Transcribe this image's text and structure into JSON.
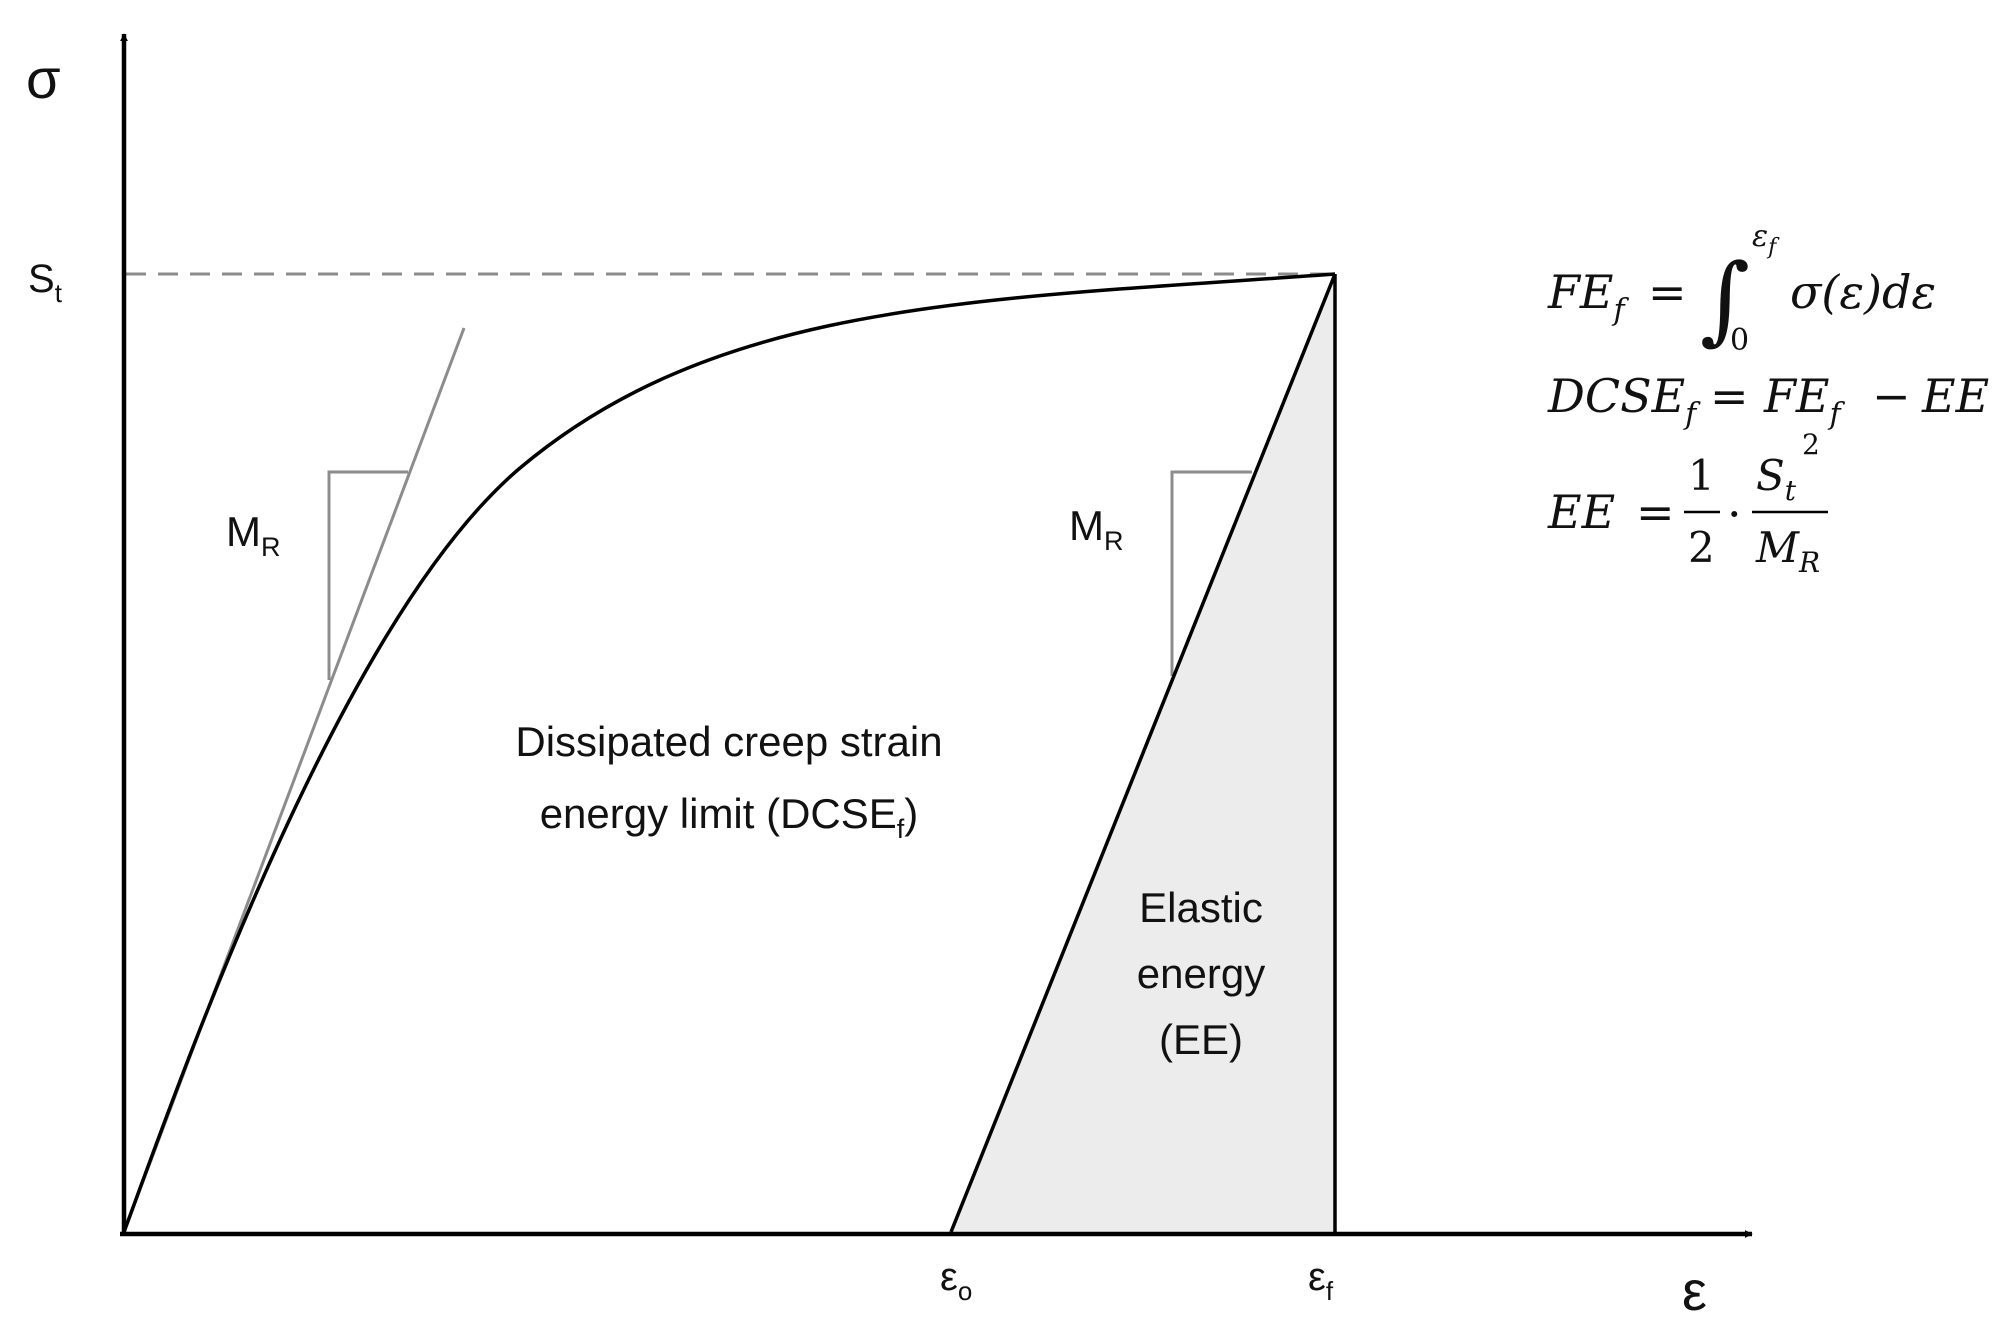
{
  "axes": {
    "y_symbol": "σ",
    "x_symbol": "ε",
    "strength_label": "S",
    "strength_sub": "t",
    "eps_o_label": "ε",
    "eps_o_sub": "o",
    "eps_f_label": "ε",
    "eps_f_sub": "f"
  },
  "slope_labels": {
    "left_main": "M",
    "left_sub": "R",
    "right_main": "M",
    "right_sub": "R"
  },
  "regions": {
    "dcse_line1": "Dissipated creep strain",
    "dcse_line2": "energy limit (DCSE",
    "dcse_line2_sub": "f",
    "dcse_line2_end": ")",
    "ee_line1": "Elastic",
    "ee_line2": "energy",
    "ee_line3": "(EE)"
  },
  "equations": {
    "fe": {
      "lhs": "FE",
      "lhs_sub": "f",
      "eq": "=",
      "integral": "∫",
      "upper": "ε",
      "upper_sub": "f",
      "lower": "0",
      "rhs": "σ(ε)dε"
    },
    "dcse": {
      "lhs": "DCSE",
      "lhs_sub": "f",
      "eq": "=",
      "rhs1": "FE",
      "rhs1_sub": "f",
      "minus": "−",
      "rhs2": "EE"
    },
    "ee": {
      "lhs": "EE",
      "eq": "=",
      "frac1_num": "1",
      "frac1_den": "2",
      "dot": "·",
      "frac2_num": "S",
      "frac2_num_sub": "t",
      "frac2_num_sup": "2",
      "frac2_den": "M",
      "frac2_den_sub": "R"
    }
  },
  "colors": {
    "curve": "#000000",
    "tangent": "#8c8c8c",
    "fill": "#ececec",
    "dashed": "#8c8c8c"
  }
}
